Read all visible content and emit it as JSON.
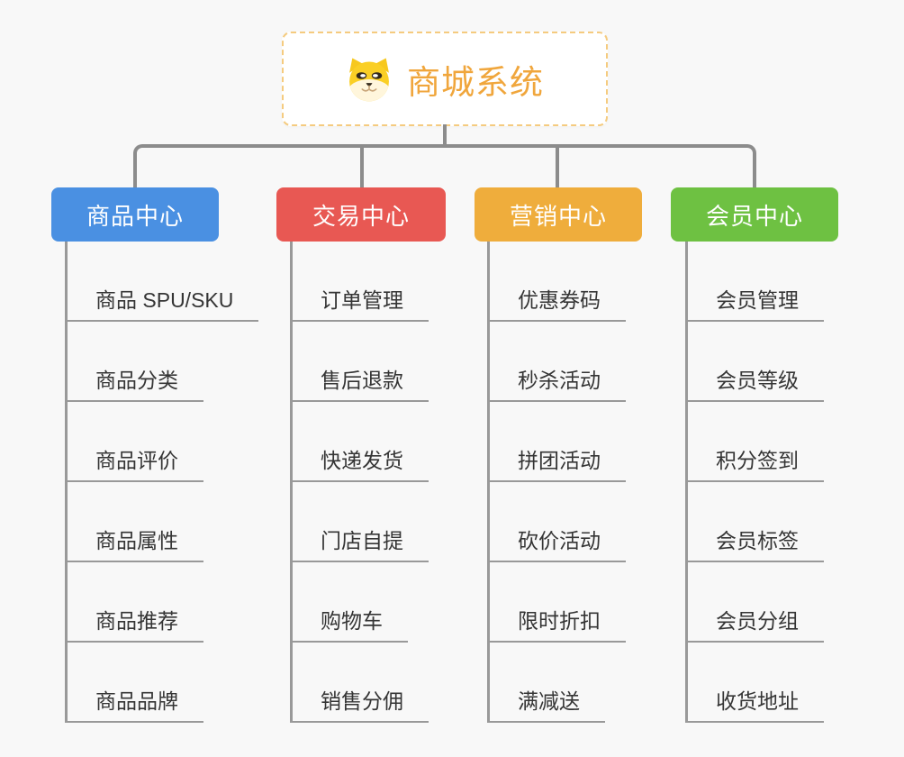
{
  "app": {
    "type": "mindmap-mall-system",
    "background_color": "#f8f8f8"
  },
  "root": {
    "title": "商城系统",
    "icon": "dog-face-icon",
    "title_color": "#F0A63C",
    "border_color": "#F5CB7F"
  },
  "connectors": {
    "line_color": "#8C8C8C",
    "underline_color": "#999999"
  },
  "branches": [
    {
      "id": "product-center",
      "label": "商品中心",
      "color": "#4A90E2",
      "items": [
        "商品 SPU/SKU",
        "商品分类",
        "商品评价",
        "商品属性",
        "商品推荐",
        "商品品牌"
      ]
    },
    {
      "id": "trade-center",
      "label": "交易中心",
      "color": "#E85853",
      "items": [
        "订单管理",
        "售后退款",
        "快递发货",
        "门店自提",
        "购物车",
        "销售分佣"
      ]
    },
    {
      "id": "marketing-center",
      "label": "营销中心",
      "color": "#EFAD3C",
      "items": [
        "优惠券码",
        "秒杀活动",
        "拼团活动",
        "砍价活动",
        "限时折扣",
        "满减送"
      ]
    },
    {
      "id": "member-center",
      "label": "会员中心",
      "color": "#6EC142",
      "items": [
        "会员管理",
        "会员等级",
        "积分签到",
        "会员标签",
        "会员分组",
        "收货地址"
      ]
    }
  ]
}
